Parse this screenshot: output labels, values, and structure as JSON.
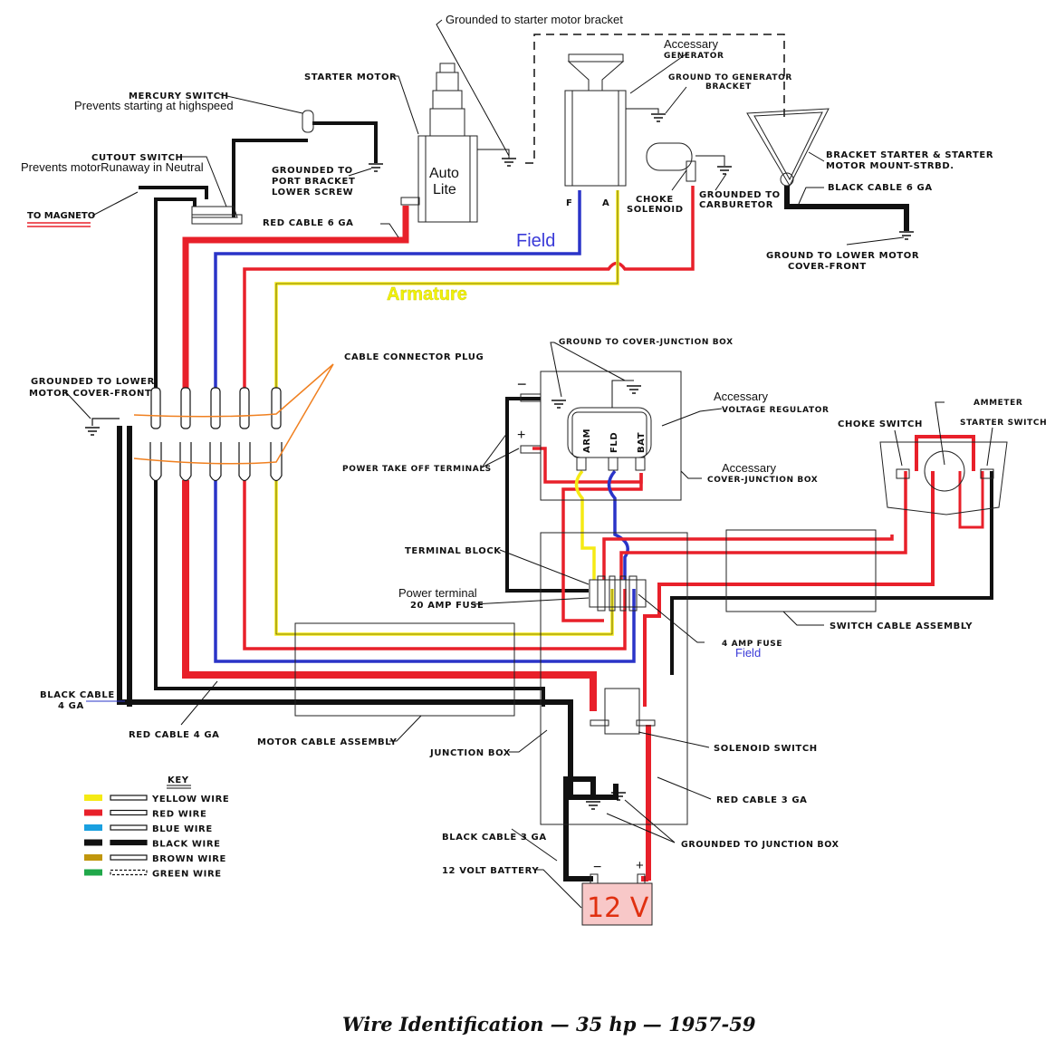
{
  "title": "Wire Identification — 35 hp — 1957-59",
  "colors": {
    "yellow": "#f5ea14",
    "red": "#e8202a",
    "blue": "#2a34c8",
    "key_blue": "#1aa0e0",
    "black": "#111111",
    "brown": "#c0960c",
    "green": "#20a84a",
    "battery_fill": "#f8c8c8",
    "battery_text": "#e03010",
    "field_text": "#3a3ad8",
    "armature_text": "#f2f20a",
    "connector_orange": "#f08020"
  },
  "labels": {
    "grounded_starter_bracket": "Grounded to starter motor bracket",
    "accessary_generator_1": "Accessary",
    "accessary_generator_2": "GENERATOR",
    "ground_generator_bracket_1": "GROUND TO GENERATOR",
    "ground_generator_bracket_2": "BRACKET",
    "starter_motor": "STARTER MOTOR",
    "auto_lite_1": "Auto",
    "auto_lite_2": "Lite",
    "mercury_switch": "MERCURY SWITCH",
    "mercury_note": "Prevents starting at highspeed",
    "cutout_switch": "CUTOUT SWITCH",
    "cutout_note": "Prevents motorRunaway in Neutral",
    "to_magneto": "TO MAGNETO",
    "grounded_port_1": "GROUNDED TO",
    "grounded_port_2": "PORT BRACKET",
    "grounded_port_3": "LOWER SCREW",
    "red_cable_6ga": "RED CABLE 6 GA",
    "gen_f": "F",
    "gen_a": "A",
    "choke_solenoid_1": "CHOKE",
    "choke_solenoid_2": "SOLENOID",
    "grounded_carb_1": "GROUNDED TO",
    "grounded_carb_2": "CARBURETOR",
    "bracket_starter_1": "BRACKET STARTER & STARTER",
    "bracket_starter_2": "MOTOR MOUNT-STRBD.",
    "black_cable_6ga": "BLACK CABLE 6 GA",
    "ground_lower_cover_1": "GROUND TO LOWER MOTOR",
    "ground_lower_cover_2": "COVER-FRONT",
    "field": "Field",
    "armature": "Armature",
    "cable_connector_plug": "CABLE CONNECTOR PLUG",
    "grounded_lower_motor_1": "GROUNDED TO LOWER",
    "grounded_lower_motor_2": "MOTOR COVER-FRONT",
    "ground_cover_jbox": "GROUND TO COVER-JUNCTION BOX",
    "accessary_vr_1": "Accessary",
    "accessary_vr_2": "VOLTAGE REGULATOR",
    "vr_arm": "ARM",
    "vr_fld": "FLD",
    "vr_bat": "BAT",
    "pto_minus": "−",
    "pto_plus": "+",
    "power_take_off": "POWER TAKE OFF TERMINALS",
    "accessary_cover_1": "Accessary",
    "accessary_cover_2": "COVER-JUNCTION BOX",
    "ammeter": "AMMETER",
    "choke_switch": "CHOKE SWITCH",
    "starter_switch": "STARTER SWITCH",
    "terminal_block": "TERMINAL BLOCK",
    "power_terminal": "Power terminal",
    "amp20_fuse": "20 AMP FUSE",
    "amp4_fuse": "4 AMP FUSE",
    "fuse_field": "Field",
    "switch_cable_assembly": "SWITCH CABLE ASSEMBLY",
    "black_cable_4ga_1": "BLACK CABLE",
    "black_cable_4ga_2": "4 GA",
    "red_cable_4ga": "RED CABLE 4 GA",
    "motor_cable_assembly": "MOTOR CABLE ASSEMBLY",
    "junction_box": "JUNCTION BOX",
    "solenoid_switch": "SOLENOID SWITCH",
    "red_cable_3ga": "RED CABLE 3 GA",
    "grounded_jbox": "GROUNDED TO JUNCTION BOX",
    "black_cable_3ga": "BLACK CABLE 3 GA",
    "battery_12v_label": "12 VOLT BATTERY",
    "battery_minus": "−",
    "battery_plus": "+",
    "battery_text": "12 V"
  },
  "key": {
    "title": "KEY",
    "items": [
      {
        "label": "YELLOW WIRE",
        "color": "#f5ea14"
      },
      {
        "label": "RED WIRE",
        "color": "#e8202a"
      },
      {
        "label": "BLUE WIRE",
        "color": "#1aa0e0"
      },
      {
        "label": "BLACK WIRE",
        "color": "#111111"
      },
      {
        "label": "BROWN WIRE",
        "color": "#c0960c"
      },
      {
        "label": "GREEN WIRE",
        "color": "#20a84a"
      }
    ]
  }
}
